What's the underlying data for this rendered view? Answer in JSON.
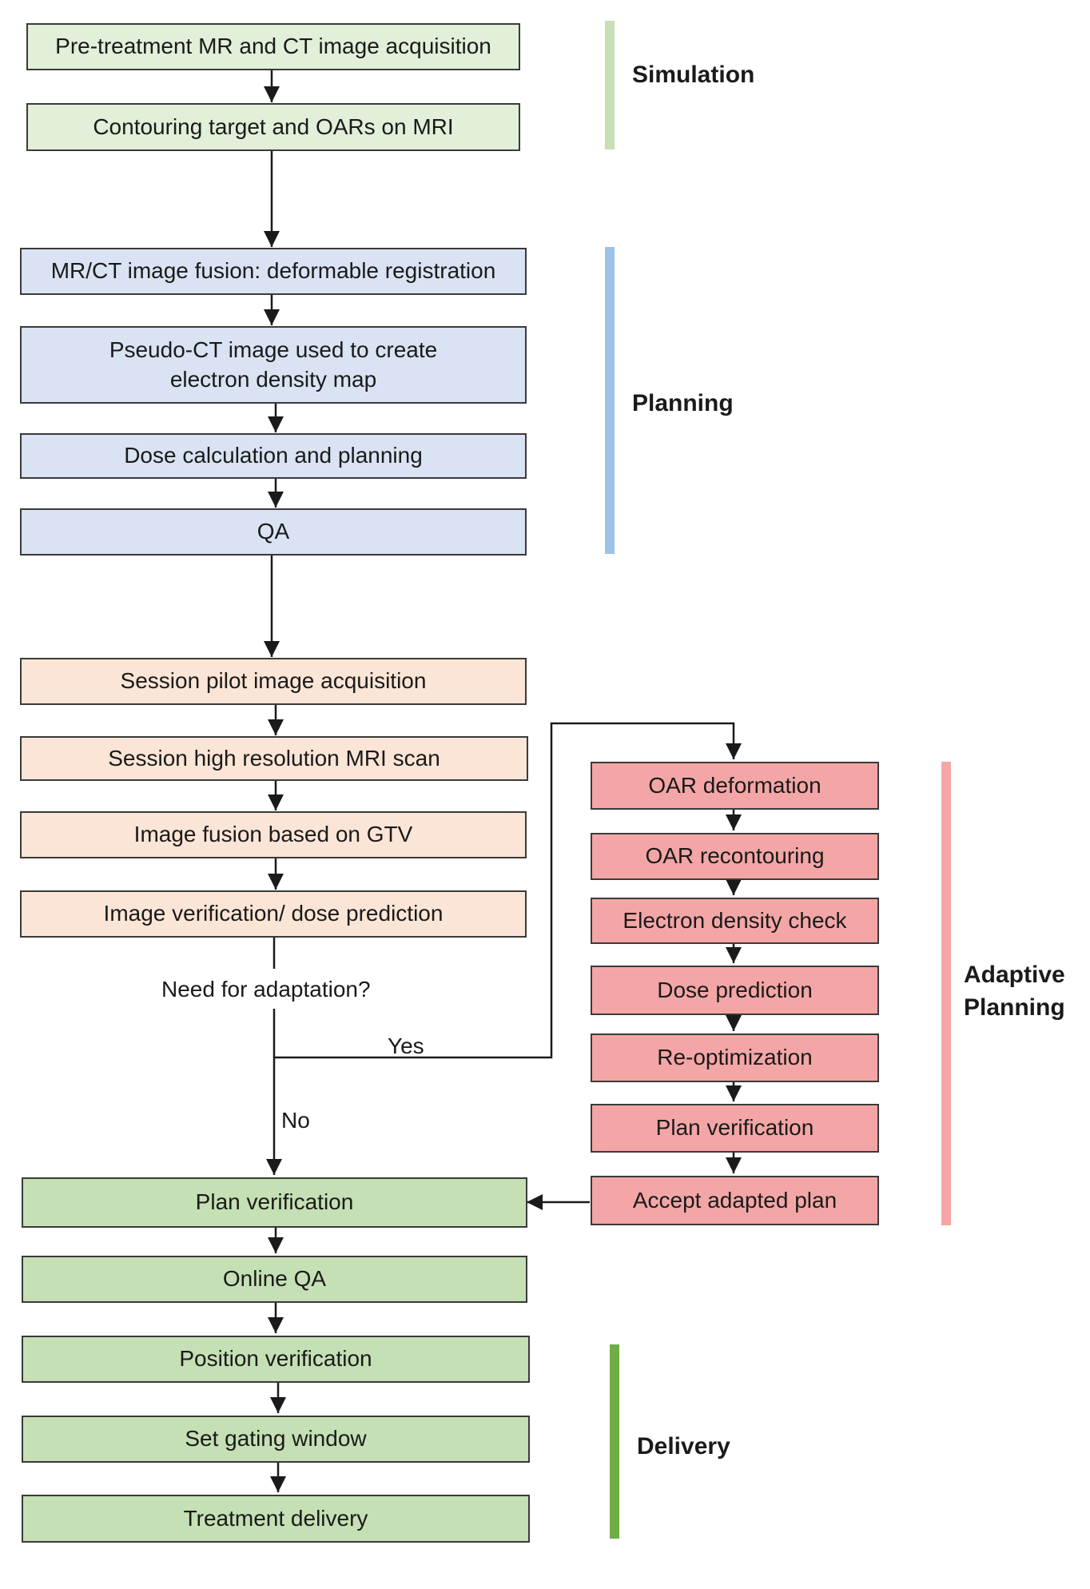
{
  "stages": {
    "simulation": {
      "label": "Simulation",
      "color": "#c5e0b4"
    },
    "planning": {
      "label": "Planning",
      "color": "#9dc3e6"
    },
    "adaptive": {
      "label": "Adaptive Planning",
      "color": "#f4a6a6"
    },
    "delivery": {
      "label": "Delivery",
      "color": "#70ad47"
    }
  },
  "simulation_steps": [
    "Pre-treatment MR and CT image acquisition",
    "Contouring target and OARs on MRI"
  ],
  "planning_steps": [
    "MR/CT image fusion: deformable registration",
    "Pseudo-CT image used to create electron density map",
    "Dose calculation and planning",
    "QA"
  ],
  "session_steps": [
    "Session pilot image acquisition",
    "Session high resolution MRI scan",
    "Image fusion based on GTV",
    "Image verification/ dose prediction"
  ],
  "decision": {
    "question": "Need for adaptation?",
    "yes_label": "Yes",
    "no_label": "No"
  },
  "adaptive_steps": [
    "OAR deformation",
    "OAR recontouring",
    "Electron density check",
    "Dose prediction",
    "Re-optimization",
    "Plan verification",
    "Accept adapted plan"
  ],
  "delivery_steps": [
    "Plan verification",
    "Online QA",
    "Position verification",
    "Set gating window",
    "Treatment delivery"
  ]
}
